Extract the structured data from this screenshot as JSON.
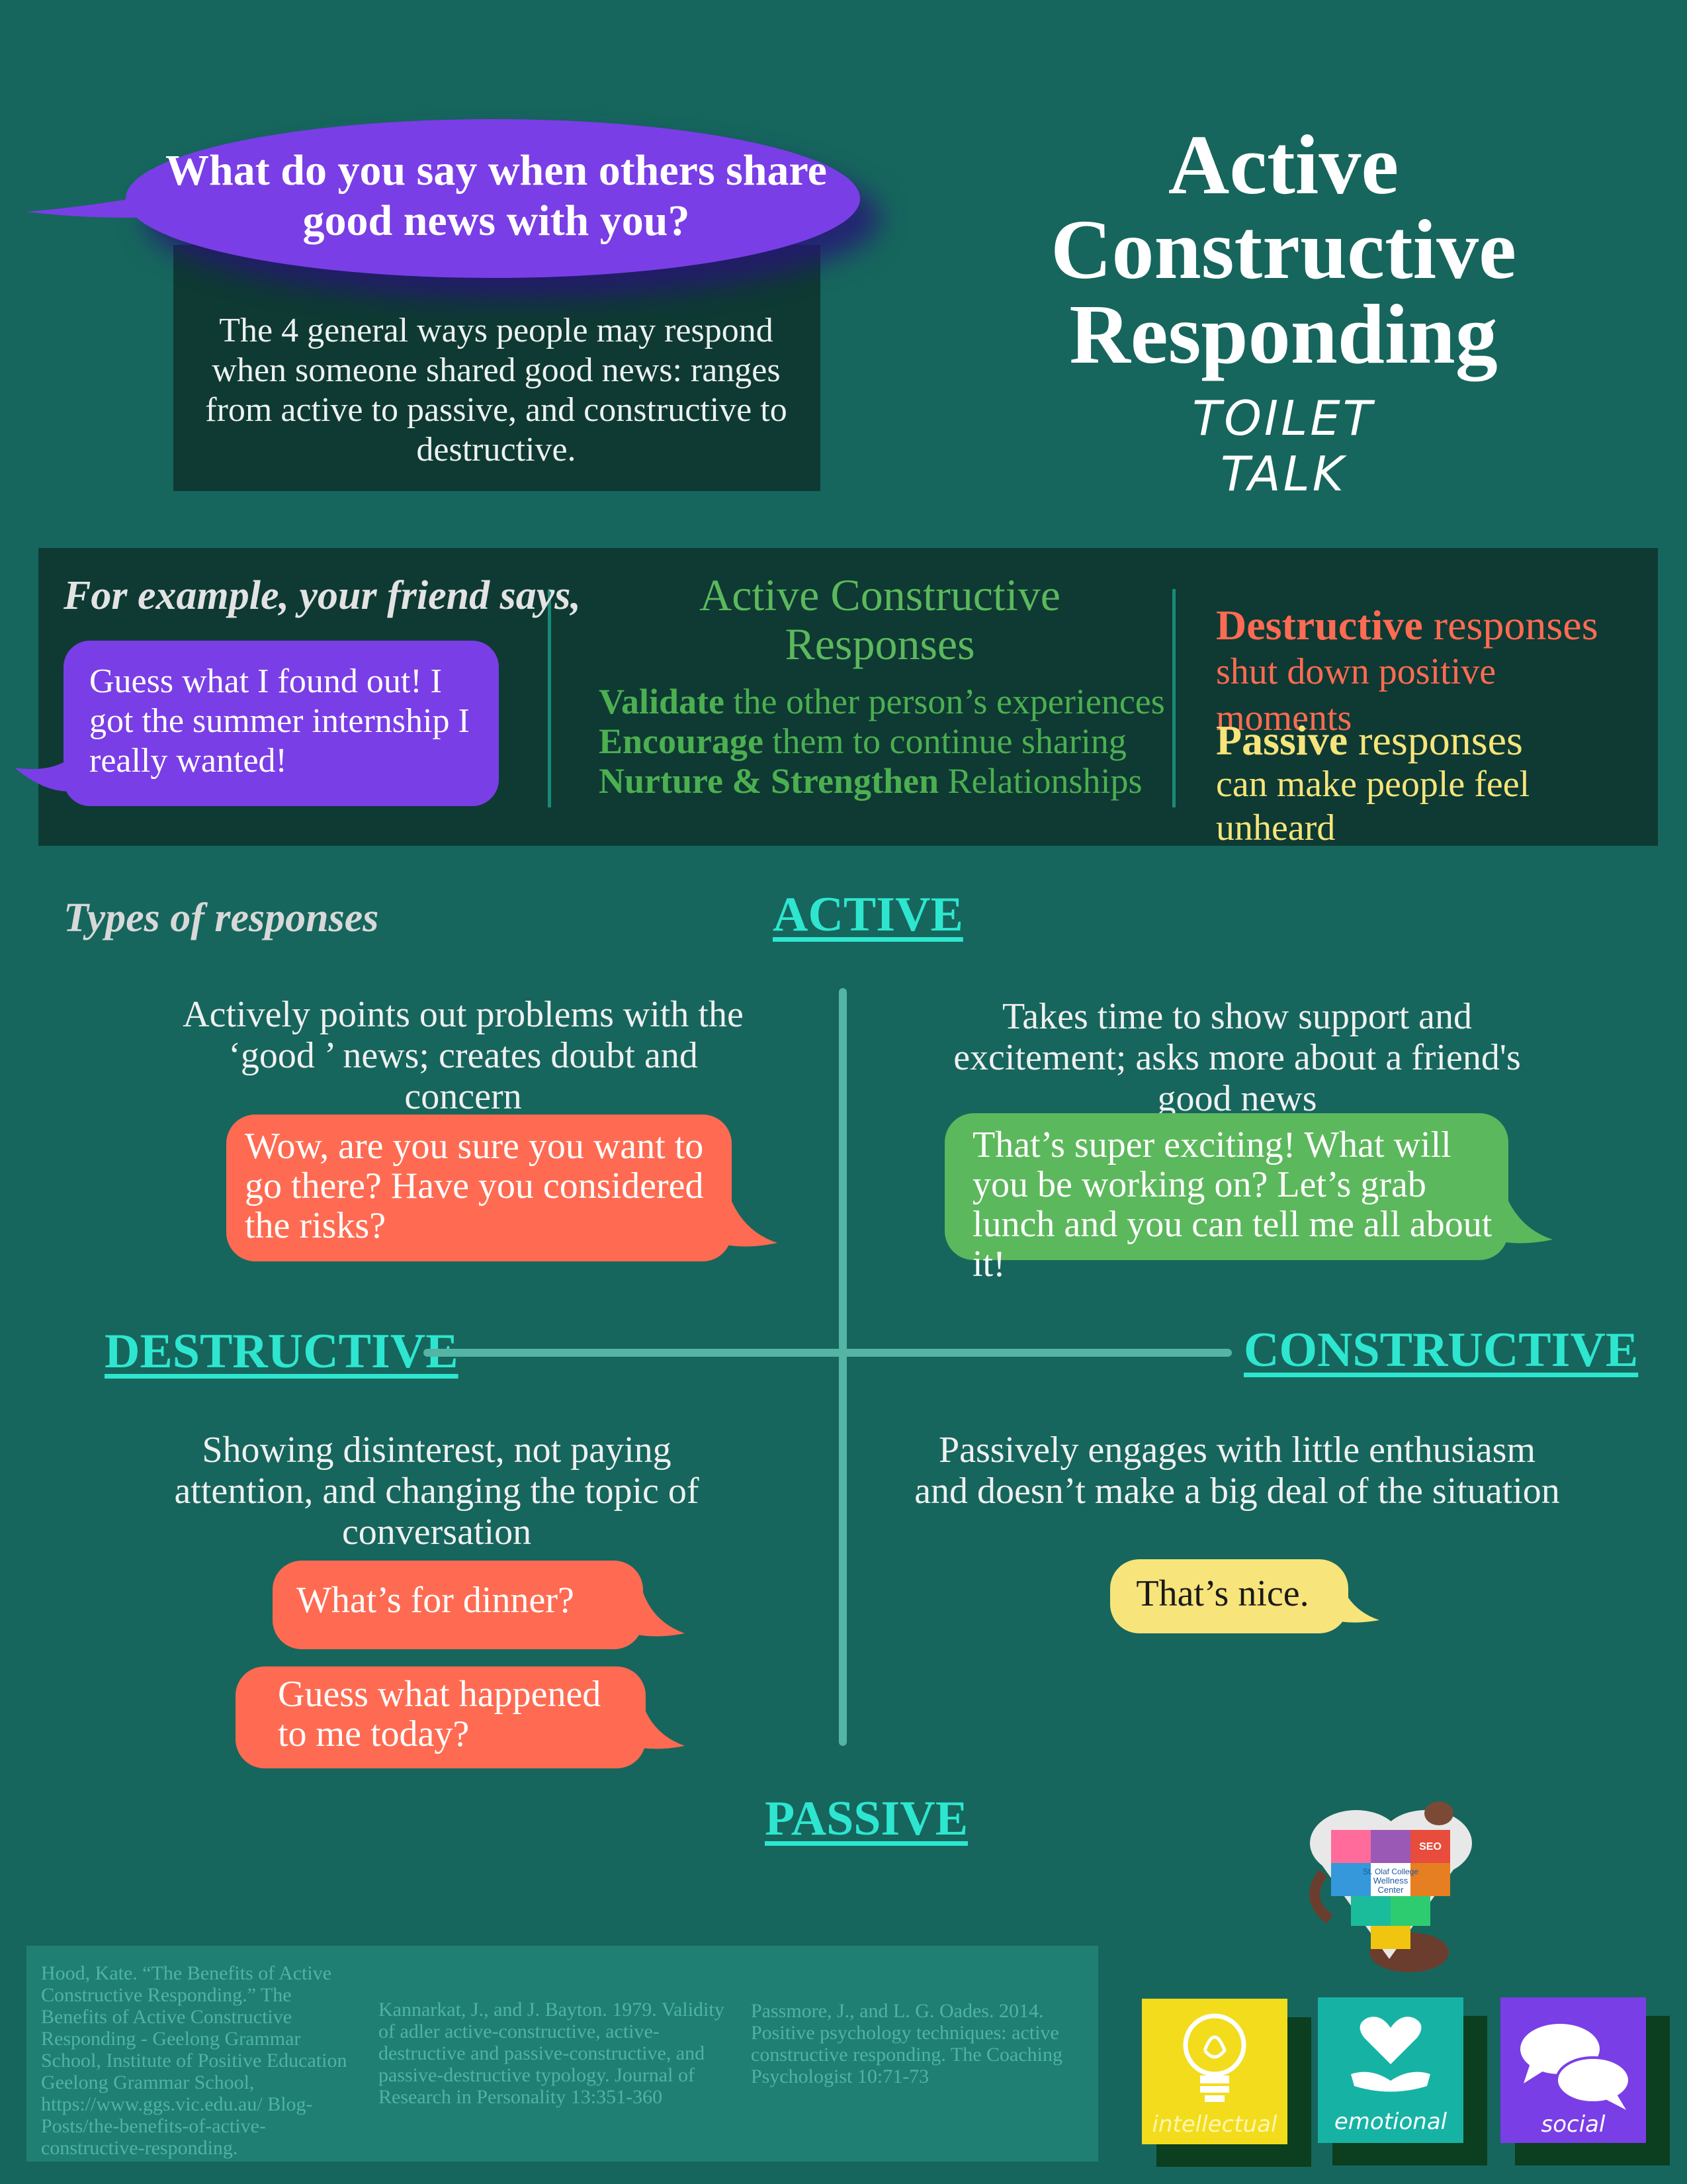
{
  "header": {
    "question": "What do you say when others share good news with you?",
    "intro": "The 4 general ways people may respond when someone shared good news: ranges from active to passive, and constructive to destructive.",
    "title_lines": [
      "Active",
      "Constructive",
      "Responding"
    ],
    "subtitle": "TOILET TALK"
  },
  "example": {
    "lead": "For example, your friend says,",
    "friend_says": "Guess what I found out! I got the summer internship I really wanted!",
    "acr_heading_1": "Active Constructive",
    "acr_heading_2": "Responses",
    "acr_items": [
      {
        "bold": "Validate",
        "rest": " the other person’s experiences"
      },
      {
        "bold": "Encourage",
        "rest": " them to continue sharing"
      },
      {
        "bold": "Nurture & Strengthen",
        "rest": " Relationships"
      }
    ],
    "destructive_bold": "Destructive",
    "destructive_rest": " responses",
    "destructive_line2": "shut down positive moments",
    "passive_bold": "Passive",
    "passive_rest": " responses",
    "passive_line2": "can make people feel unheard"
  },
  "quadrant": {
    "types_label": "Types of responses",
    "axis_active": "ACTIVE",
    "axis_passive": "PASSIVE",
    "axis_destructive": "DESTRUCTIVE",
    "axis_constructive": "CONSTRUCTIVE",
    "active_destructive": {
      "description": "Actively points out problems with the ‘good ’ news; creates doubt and concern",
      "bubble": "Wow, are you sure you want to go there? Have you considered the risks?"
    },
    "active_constructive": {
      "description": "Takes time to show support and excitement; asks more about a friend's good news",
      "bubble": "That’s super exciting! What will you be working on? Let’s grab lunch and you can tell me all about it!"
    },
    "passive_destructive": {
      "description": "Showing disinterest, not paying attention, and changing the topic of conversation",
      "bubble_1": "What’s for dinner?",
      "bubble_2": "Guess what happened to me today?"
    },
    "passive_constructive": {
      "description": "Passively engages with little enthusiasm and doesn’t make a big deal of the situation",
      "bubble": "That’s nice."
    }
  },
  "references": [
    "Hood, Kate. “The Benefits of Active Constructive Responding.” The Benefits of Active Constructive Responding - Geelong Grammar School, Institute of Positive Education Geelong Grammar School, https://www.ggs.vic.edu.au/ Blog-Posts/the-benefits-of-active- constructive-responding.",
    "Kannarkat, J., and J. Bayton. 1979. Validity of adler active-constructive, active-destructive and passive-constructive, and passive-destructive typology. Journal of Research in Personality 13:351-360",
    "Passmore, J., and L. G. Oades. 2014. Positive psychology techniques: active constructive responding. The Coaching Psychologist 10:71-73"
  ],
  "logo": {
    "line1": "St. Olaf College",
    "line2": "Wellness",
    "line3": "Center",
    "seo": "SEO"
  },
  "tiles": [
    {
      "label": "intellectual",
      "icon": "lightbulb-icon",
      "color": "#f2dc1c"
    },
    {
      "label": "emotional",
      "icon": "heart-hand-icon",
      "color": "#16b3a5"
    },
    {
      "label": "social",
      "icon": "speech-bubbles-icon",
      "color": "#7a3ee6"
    }
  ],
  "colors": {
    "background": "#16665d",
    "dark_panel": "#0e3a33",
    "purple": "#7a3ee6",
    "red": "#ff6b52",
    "green": "#5cb85c",
    "yellow": "#f7e47a",
    "teal_accent": "#2ee6cf"
  }
}
